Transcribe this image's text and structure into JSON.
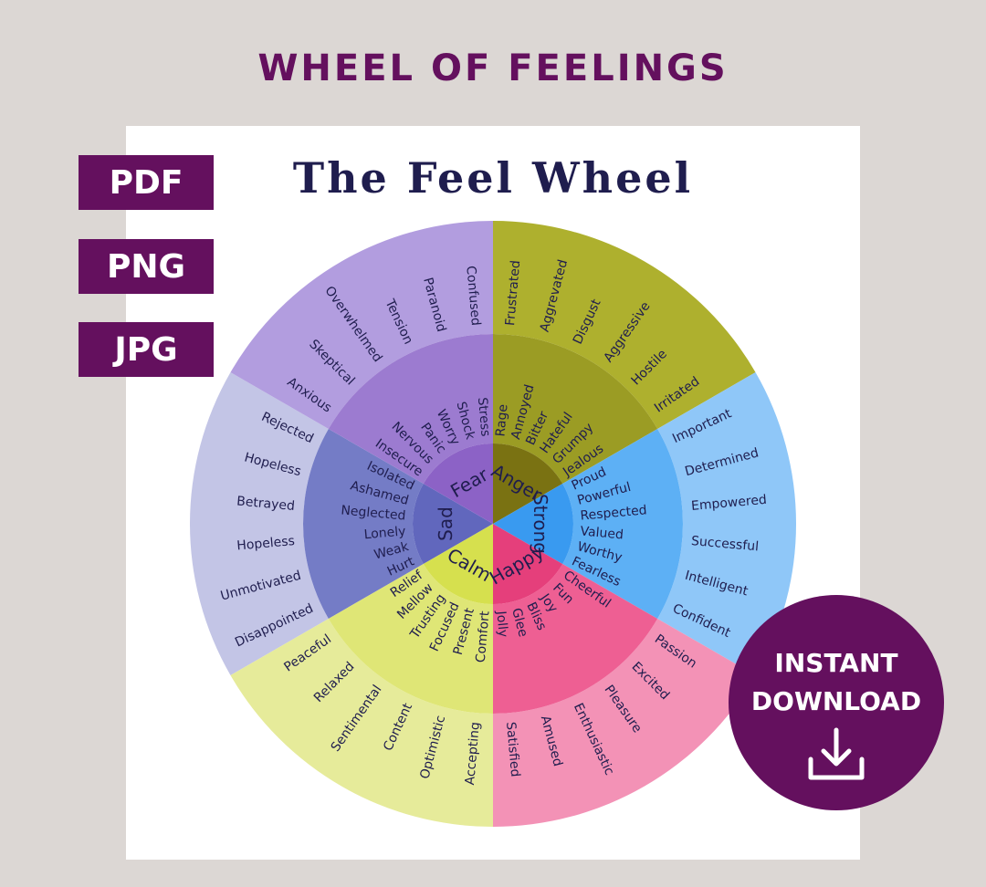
{
  "header": {
    "title": "WHEEL OF FEELINGS"
  },
  "wheel_title": "The Feel Wheel",
  "formats": [
    "PDF",
    "PNG",
    "JPG"
  ],
  "download_badge": {
    "line1": "INSTANT",
    "line2": "DOWNLOAD",
    "icon": "download-icon"
  },
  "wheel": {
    "segments": [
      {
        "name": "Sad",
        "core": "#6167bd",
        "middle": "#747cc6",
        "outer": "#c3c5e6",
        "middle_words": [
          "Hurt",
          "Weak",
          "Lonely",
          "Neglected",
          "Ashamed",
          "Isolated"
        ],
        "outer_words": [
          "Disappointed",
          "Unmotivated",
          "Hopeless",
          "Betrayed",
          "Hopeless",
          "Rejected"
        ]
      },
      {
        "name": "Fear",
        "core": "#8c62c6",
        "middle": "#9c7bd0",
        "outer": "#b29ddf",
        "middle_words": [
          "Insecure",
          "Nervous",
          "Panic",
          "Worry",
          "Shock",
          "Stress"
        ],
        "outer_words": [
          "Anxious",
          "Skeptical",
          "Overwhelmed",
          "Tension",
          "Paranoid",
          "Confused"
        ]
      },
      {
        "name": "Anger",
        "core": "#7a7212",
        "middle": "#9b9c24",
        "outer": "#aeb02e",
        "middle_words": [
          "Rage",
          "Annoyed",
          "Bitter",
          "Hateful",
          "Grumpy",
          "Jealous"
        ],
        "outer_words": [
          "Frustrated",
          "Aggrevated",
          "Disgust",
          "Aggressive",
          "Hostile",
          "Irritated"
        ]
      },
      {
        "name": "Strong",
        "core": "#399af0",
        "middle": "#5db0f5",
        "outer": "#8fc7f8",
        "middle_words": [
          "Proud",
          "Powerful",
          "Respected",
          "Valued",
          "Worthy",
          "Fearless"
        ],
        "outer_words": [
          "Important",
          "Determined",
          "Empowered",
          "Successful",
          "Intelligent",
          "Confident"
        ]
      },
      {
        "name": "Happy",
        "core": "#e53f7b",
        "middle": "#ee5f93",
        "outer": "#f392b6",
        "middle_words": [
          "Cheerful",
          "Fun",
          "Joy",
          "Bliss",
          "Glee",
          "Jolly"
        ],
        "outer_words": [
          "Passion",
          "Excited",
          "Pleasure",
          "Enthusiastic",
          "Amused",
          "Satisfied"
        ]
      },
      {
        "name": "Calm",
        "core": "#d6e04e",
        "middle": "#dfe676",
        "outer": "#e6eb9a",
        "middle_words": [
          "Comfort",
          "Present",
          "Focused",
          "Trusting",
          "Mellow",
          "Relief"
        ],
        "outer_words": [
          "Accepting",
          "Optimistic",
          "Content",
          "Sentimental",
          "Relaxed",
          "Peaceful"
        ]
      }
    ]
  }
}
